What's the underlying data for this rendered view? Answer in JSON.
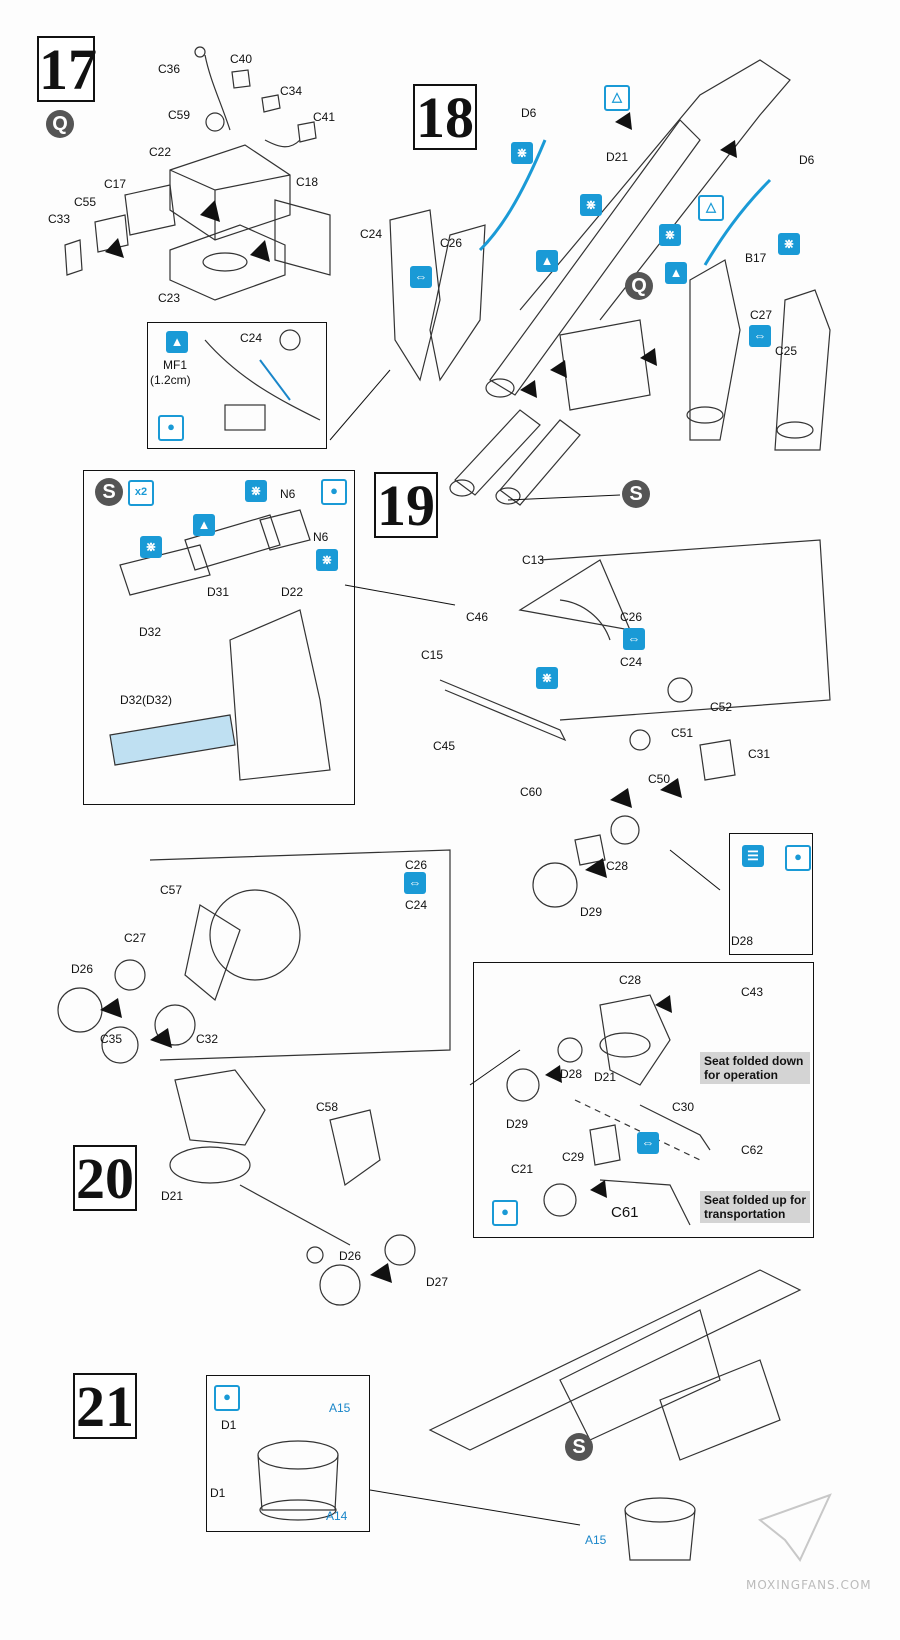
{
  "steps": {
    "s17": "17",
    "s18": "18",
    "s19": "19",
    "s20": "20",
    "s21": "21"
  },
  "markers": {
    "q": "Q",
    "s": "S",
    "x2": "x2"
  },
  "step17": {
    "parts": [
      "C36",
      "C40",
      "C34",
      "C41",
      "C59",
      "C22",
      "C17",
      "C18",
      "C55",
      "C33",
      "C23"
    ],
    "inset": {
      "c24": "C24",
      "mf1": "MF1",
      "mf1_len": "(1.2cm)"
    }
  },
  "step18": {
    "parts": [
      "D6",
      "D21",
      "D6",
      "C24",
      "C26",
      "B17",
      "C27",
      "C25"
    ]
  },
  "step19": {
    "inset_parts": [
      "N6",
      "N6",
      "D31",
      "D22",
      "D32",
      "D32(D32)"
    ],
    "parts": [
      "C13",
      "C46",
      "C15",
      "C45",
      "C26",
      "C24",
      "C52",
      "C51",
      "C31",
      "C50",
      "C60",
      "C28",
      "D29"
    ],
    "mini_inset_part": "D28"
  },
  "step20": {
    "parts": [
      "C26",
      "C24",
      "C57",
      "C27",
      "D26",
      "C35",
      "C32",
      "C58",
      "D21",
      "D26",
      "D27"
    ],
    "inset_parts": [
      "C28",
      "C43",
      "D28",
      "D21",
      "D29",
      "C30",
      "C62",
      "C29",
      "C21",
      "C61"
    ],
    "notes": {
      "down": "Seat folded down for operation",
      "up": "Seat folded up for transportation"
    }
  },
  "step21": {
    "inset_parts": [
      "A15",
      "D1",
      "D1",
      "A14"
    ],
    "part": "A15"
  },
  "watermark": "MOXINGFANS.COM",
  "colors": {
    "accent": "#1a9ad6",
    "ink": "#111111",
    "marker": "#555555"
  },
  "icons": [
    "glue-icon",
    "paint-icon",
    "drill-icon",
    "cement-icon",
    "flip-icon",
    "option-icon",
    "decal-icon"
  ]
}
